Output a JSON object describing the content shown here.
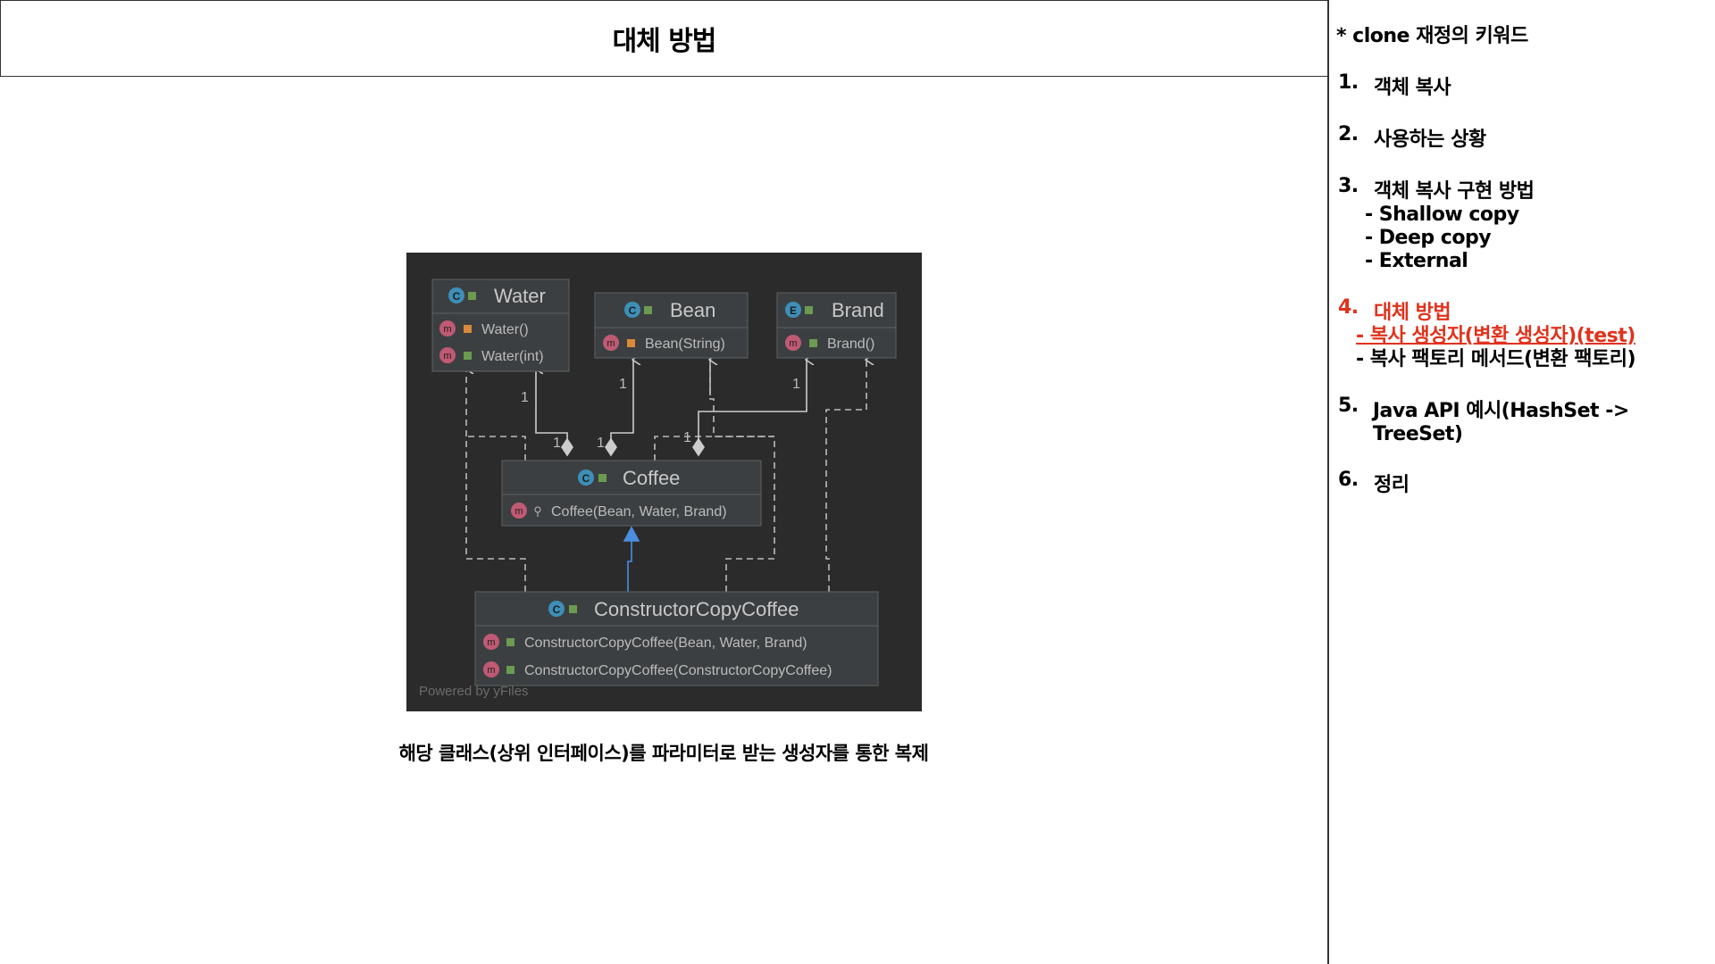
{
  "slide": {
    "title": "대체 방법",
    "caption": "해당 클래스(상위 인터페이스)를 파라미터로 받는 생성자를 통한 복제"
  },
  "outline": {
    "heading": "* clone 재정의 키워드",
    "items": [
      {
        "num": "1.",
        "label": "객체 복사"
      },
      {
        "num": "2.",
        "label": "사용하는 상황"
      },
      {
        "num": "3.",
        "label": "객체 복사 구현 방법",
        "subs": [
          "- Shallow copy",
          "- Deep copy",
          "- External"
        ]
      },
      {
        "num": "4.",
        "label": "대체 방법",
        "subs": [
          "- 복사 생성자(변환 생성자)(test)",
          "- 복사 팩토리 메서드(변환 팩토리)"
        ]
      },
      {
        "num": "5.",
        "label": "Java API 예시(HashSet -> TreeSet)"
      },
      {
        "num": "6.",
        "label": "정리"
      }
    ]
  },
  "uml": {
    "classes": {
      "water": {
        "badge": "C",
        "name": "Water",
        "members": [
          "Water()",
          "Water(int)"
        ]
      },
      "bean": {
        "badge": "C",
        "name": "Bean",
        "members": [
          "Bean(String)"
        ]
      },
      "brand": {
        "badge": "E",
        "name": "Brand",
        "members": [
          "Brand()"
        ]
      },
      "coffee": {
        "badge": "C",
        "name": "Coffee",
        "members": [
          "Coffee(Bean, Water, Brand)"
        ]
      },
      "ccc": {
        "badge": "C",
        "name": "ConstructorCopyCoffee",
        "members": [
          "ConstructorCopyCoffee(Bean, Water, Brand)",
          "ConstructorCopyCoffee(ConstructorCopyCoffee)"
        ]
      }
    },
    "member_badge": "m",
    "multiplicity": [
      "1",
      "1",
      "1",
      "1",
      "1",
      "1"
    ],
    "watermark": "Powered by yFiles",
    "colors": {
      "background": "#2b2b2b",
      "box": "#3c3f41",
      "border": "#5e6163",
      "text": "#bbbbbb",
      "class_badge": "#3d8fb8",
      "enum_badge": "#3d8fb8",
      "method_badge": "#c05a74",
      "arrow": "#cccccc",
      "inherit": "#4a8ee0"
    }
  }
}
